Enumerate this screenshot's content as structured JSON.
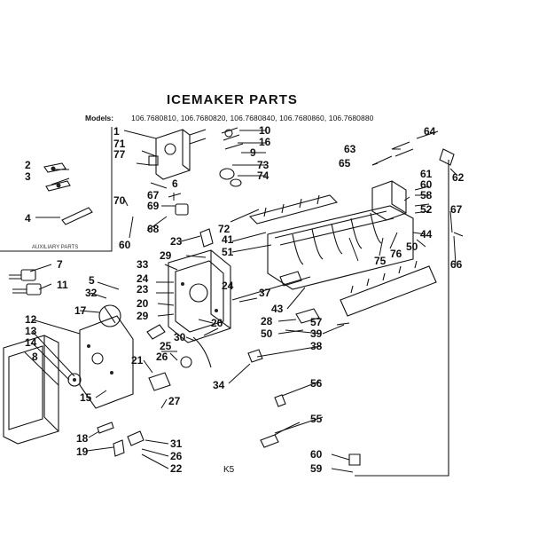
{
  "title": "ICEMAKER PARTS",
  "models_label": "Models:",
  "models": "106.7680810, 106.7680820, 106.7680840, 106.7680860, 106.7680880",
  "inset_caption": "AUXILIARY PARTS",
  "footer_code": "K5",
  "callouts": [
    "1",
    "2",
    "3",
    "4",
    "5",
    "6",
    "7",
    "8",
    "9",
    "10",
    "11",
    "12",
    "13",
    "14",
    "15",
    "16",
    "17",
    "18",
    "19",
    "20",
    "21",
    "22",
    "23",
    "24",
    "25",
    "26",
    "27",
    "28",
    "29",
    "30",
    "31",
    "32",
    "33",
    "34",
    "37",
    "38",
    "39",
    "41",
    "43",
    "44",
    "50",
    "51",
    "52",
    "55",
    "56",
    "57",
    "58",
    "59",
    "60",
    "61",
    "62",
    "63",
    "64",
    "65",
    "66",
    "67",
    "68",
    "69",
    "70",
    "71",
    "72",
    "73",
    "74",
    "75",
    "76",
    "77"
  ]
}
